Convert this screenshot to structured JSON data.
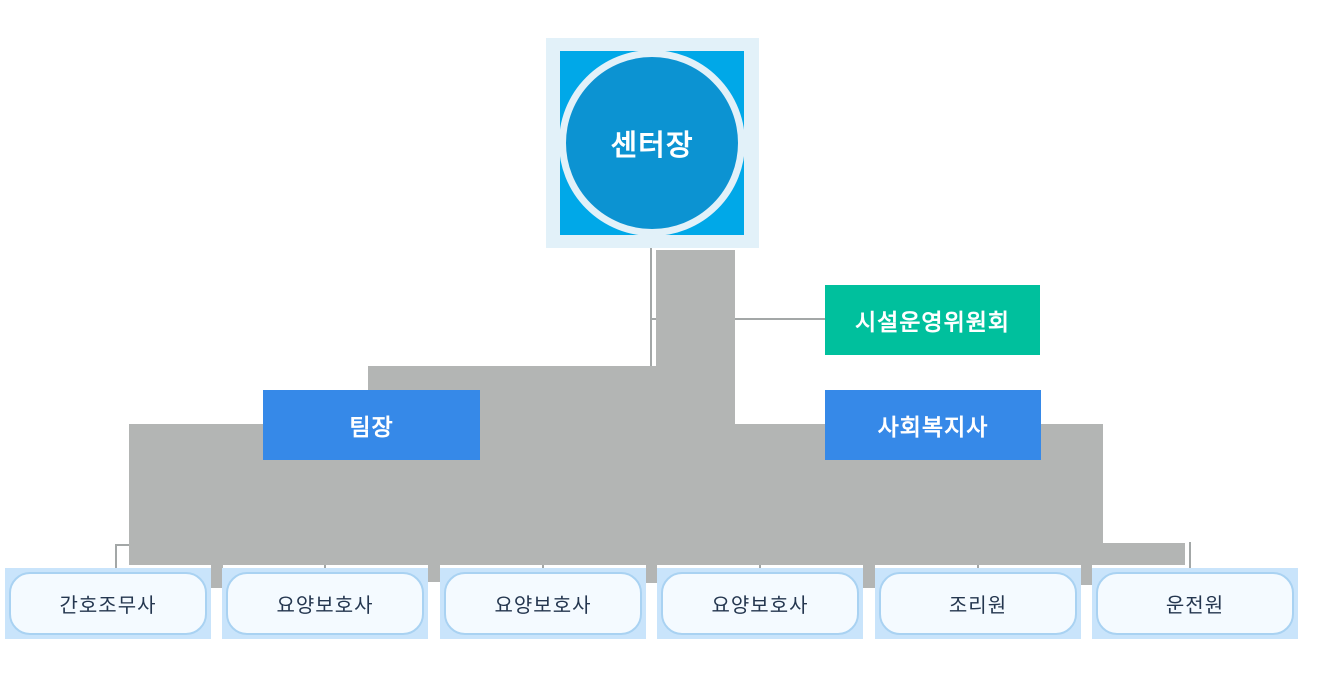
{
  "org": {
    "root": {
      "label": "센터장"
    },
    "branches": {
      "committee": {
        "label": "시설운영위원회"
      },
      "team_leader": {
        "label": "팀장"
      },
      "social_worker": {
        "label": "사회복지사"
      }
    },
    "staff": [
      {
        "label": "간호조무사"
      },
      {
        "label": "요양보호사"
      },
      {
        "label": "요양보호사"
      },
      {
        "label": "요양보호사"
      },
      {
        "label": "조리원"
      },
      {
        "label": "운전원"
      }
    ],
    "colors": {
      "root_circle": "#0c93d2",
      "root_corner_square": "#00a8e8",
      "root_backdrop": "#e2f1f9",
      "committee_green": "#00c09d",
      "branch_blue": "#3689e8",
      "connector_gray": "#b3b5b4",
      "connector_line": "#a3a7a7",
      "staff_backing": "#c9e4fb",
      "staff_border": "#a9d2f2",
      "staff_fill": "#f4faff",
      "staff_text": "#24364f"
    }
  }
}
